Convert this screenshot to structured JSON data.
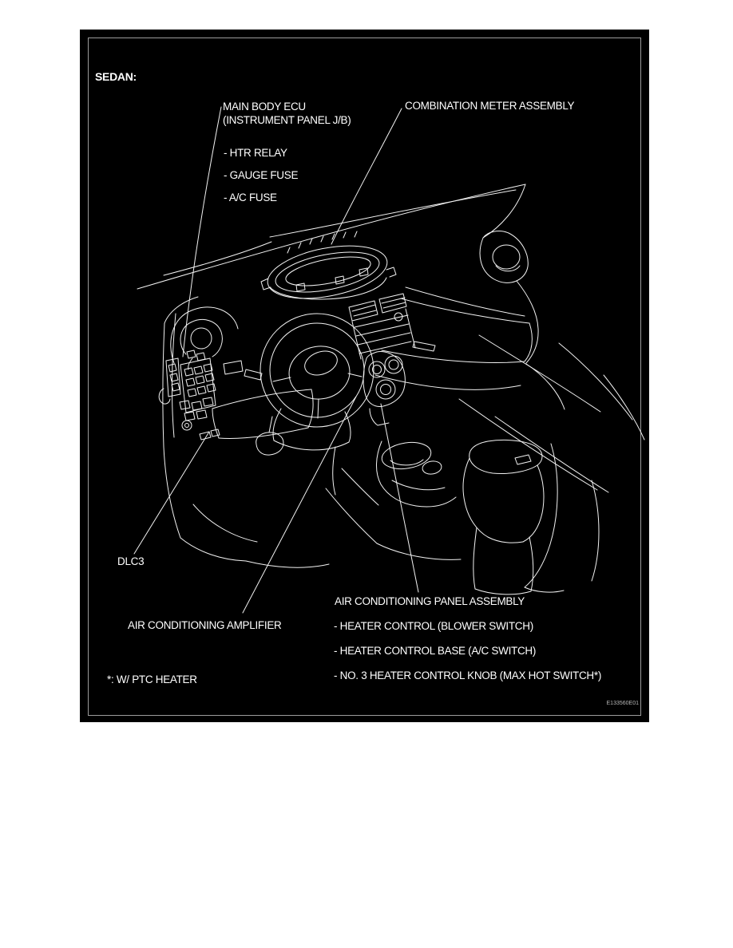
{
  "diagram": {
    "variant_label": "SEDAN:",
    "figure_code": "E133560E01",
    "colors": {
      "background": "#000000",
      "line": "#f2f2f2",
      "border": "#9c9c9c",
      "text": "#ffffff"
    },
    "callouts": {
      "main_body_ecu": {
        "label": "MAIN BODY ECU",
        "sublabel": "(INSTRUMENT PANEL J/B)",
        "items": [
          "- HTR RELAY",
          "- GAUGE FUSE",
          "- A/C FUSE"
        ]
      },
      "combination_meter": {
        "label": "COMBINATION METER ASSEMBLY"
      },
      "dlc3": {
        "label": "DLC3"
      },
      "ac_amplifier": {
        "label": "AIR CONDITIONING AMPLIFIER"
      },
      "ac_panel": {
        "label": "AIR CONDITIONING PANEL ASSEMBLY",
        "items": [
          "- HEATER CONTROL (BLOWER SWITCH)",
          "- HEATER CONTROL BASE (A/C SWITCH)",
          "- NO. 3 HEATER CONTROL KNOB (MAX HOT SWITCH*)"
        ]
      },
      "footnote": "*: W/ PTC HEATER"
    }
  }
}
